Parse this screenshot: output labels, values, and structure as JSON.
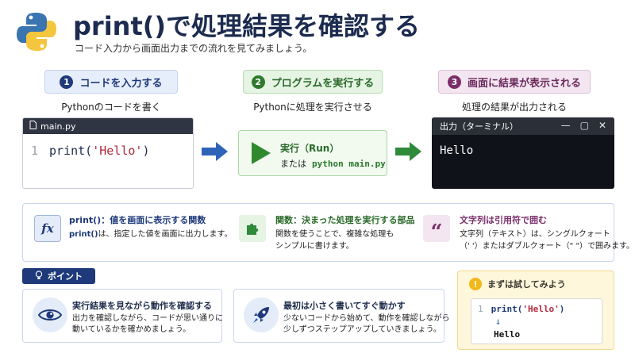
{
  "header": {
    "title": "print()で処理結果を確認する",
    "subtitle": "コード入力から画面出力までの流れを見てみましょう。",
    "logo_icon": "python-logo-icon"
  },
  "steps": [
    {
      "num": "1",
      "label": "コードを入力する",
      "sub": "Pythonのコードを書く",
      "color": "#1f3a7a"
    },
    {
      "num": "2",
      "label": "プログラムを実行する",
      "sub": "Pythonに処理を実行させる",
      "color": "#2f7a2f"
    },
    {
      "num": "3",
      "label": "画面に結果が表示される",
      "sub": "処理の結果が出力される",
      "color": "#7a2e6a"
    }
  ],
  "editor": {
    "filename": "main.py",
    "line_no": "1",
    "code_fn": "print(",
    "code_str": "'Hello'",
    "code_end": ")"
  },
  "run": {
    "title": "実行（Run）",
    "prefix": "または",
    "command": "python main.py"
  },
  "terminal": {
    "title": "出力（ターミナル）",
    "output": "Hello",
    "controls": [
      "minimize-icon",
      "maximize-icon",
      "close-icon"
    ]
  },
  "info": {
    "print": {
      "title": "print()：値を画面に表示する関数",
      "body_fn": "print()",
      "body_rest": "は、指定した値を画面に出力します。",
      "icon": "fx-icon"
    },
    "function": {
      "title": "関数：決まった処理を実行する部品",
      "line1": "関数を使うことで、複雑な処理も",
      "line2": "シンプルに書けます。",
      "icon": "puzzle-icon"
    },
    "string": {
      "title": "文字列は引用符で囲む",
      "line1": "文字列（テキスト）は、シングルクォート",
      "line2": "（' '）またはダブルクォート（\" \"）で囲みます。",
      "icon": "quote-icon"
    }
  },
  "points": {
    "tag": "ポイント",
    "cards": [
      {
        "title": "実行結果を見ながら動作を確認する",
        "line1": "出力を確認しながら、コードが思い通りに",
        "line2": "動いているかを確かめましょう。",
        "icon": "eye-icon"
      },
      {
        "title": "最初は小さく書いてすぐ動かす",
        "line1": "少ないコードから始めて、動作を確認しながら",
        "line2": "少しずつステップアップしていきましょう。",
        "icon": "rocket-icon"
      }
    ]
  },
  "try": {
    "title": "まずは試してみよう",
    "badge": "!",
    "line_no": "1",
    "code_fn": "print(",
    "code_str": "'Hello'",
    "code_end": ")",
    "arrow": "↓",
    "output": "Hello"
  }
}
